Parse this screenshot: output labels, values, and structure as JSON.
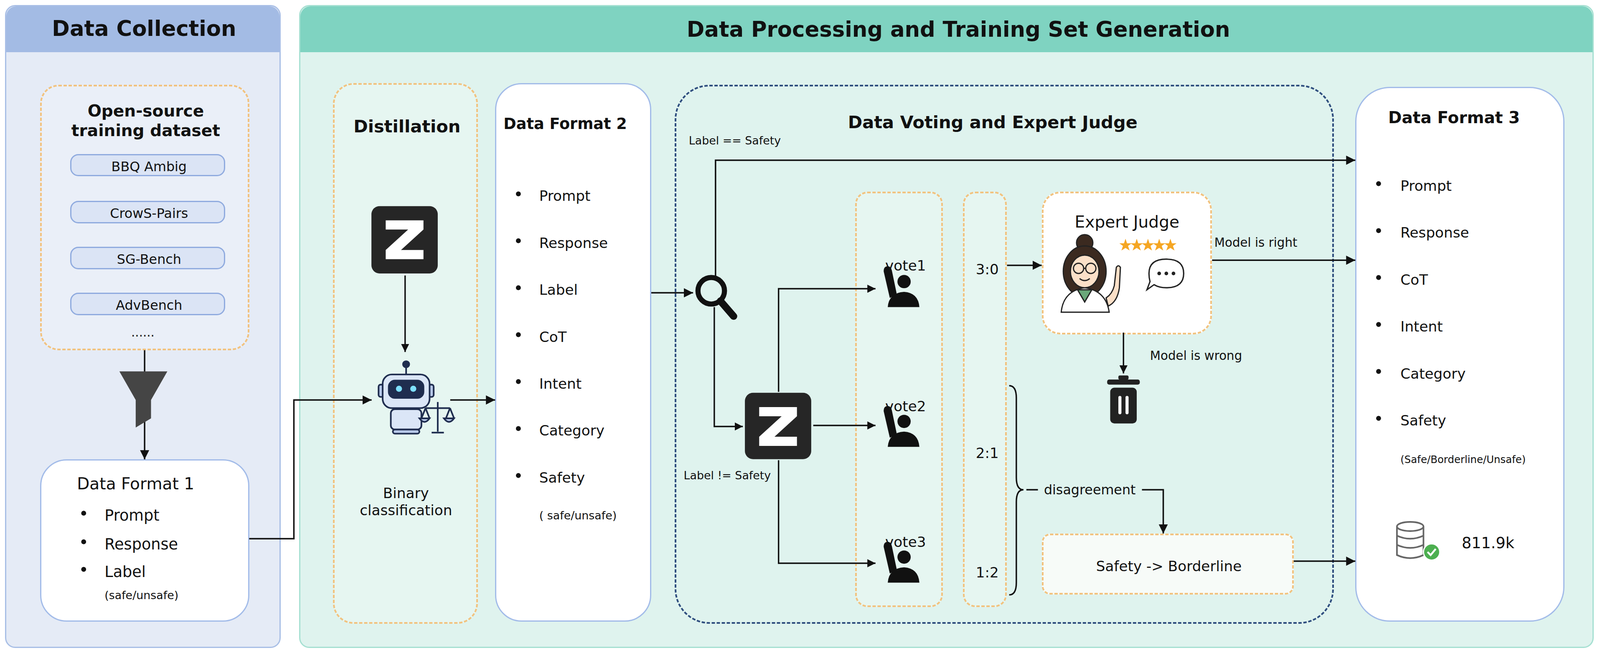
{
  "diagram": {
    "nodes": [
      {
        "text": [
          "Data Collection"
        ]
      },
      {
        "text": [
          "Data Processing and Training Set Generation"
        ]
      },
      {
        "text": [
          "Open-source training dataset"
        ],
        "in": 0
      },
      {
        "text": [
          "BBQ Ambig"
        ],
        "in": 2
      },
      {
        "text": [
          "CrowS-Pairs"
        ],
        "in": 2
      },
      {
        "text": [
          "SG-Bench"
        ],
        "in": 2
      },
      {
        "text": [
          "AdvBench"
        ],
        "in": 2
      },
      {
        "text": [
          "Data Format 1",
          "Prompt",
          "Response",
          "Label",
          "(safe/unsafe)"
        ],
        "in": 0
      },
      {
        "text": [
          "Distillation",
          "Binary classification"
        ],
        "in": 1
      },
      {
        "text": [
          "Data Format 2",
          "Prompt",
          "Response",
          "Label",
          "CoT",
          "Intent",
          "Category",
          "Safety",
          "( safe/unsafe)"
        ],
        "in": 1
      },
      {
        "text": [
          "Data Voting and Expert Judge"
        ],
        "in": 1
      },
      {
        "text": [
          "vote1",
          "vote2",
          "vote3"
        ],
        "in": 10
      },
      {
        "text": [
          "3:0",
          "2:1",
          "1:2"
        ],
        "in": 10
      },
      {
        "text": [
          "Expert Judge"
        ],
        "in": 10
      },
      {
        "text": [
          "Safety -> Borderline"
        ],
        "in": 10
      },
      {
        "text": [
          "Data Format 3",
          "Prompt",
          "Response",
          "CoT",
          "Intent",
          "Category",
          "Safety",
          "(Safe/Borderline/Unsafe)",
          "811.9k"
        ],
        "in": 1
      }
    ],
    "edges": [
      {
        "from": 2,
        "to": 7,
        "arrow": "to"
      },
      {
        "from": 7,
        "to": 8,
        "arrow": "to"
      },
      {
        "from": 8,
        "to": 9,
        "arrow": "to"
      },
      {
        "from": 9,
        "to": 10,
        "arrow": "to"
      },
      {
        "from": 10,
        "to": 15,
        "label": "Label == Safety",
        "arrow": "to"
      },
      {
        "from": 12,
        "to": 13,
        "arrow": "to"
      },
      {
        "from": 13,
        "to": 15,
        "label": "Model is right",
        "arrow": "to"
      },
      {
        "from": 12,
        "to": 14,
        "label": "disagreement",
        "arrow": "to"
      },
      {
        "from": 14,
        "to": 15,
        "arrow": "to"
      }
    ],
    "labels": [
      "......",
      "Label != Safety",
      "Model is wrong"
    ]
  }
}
